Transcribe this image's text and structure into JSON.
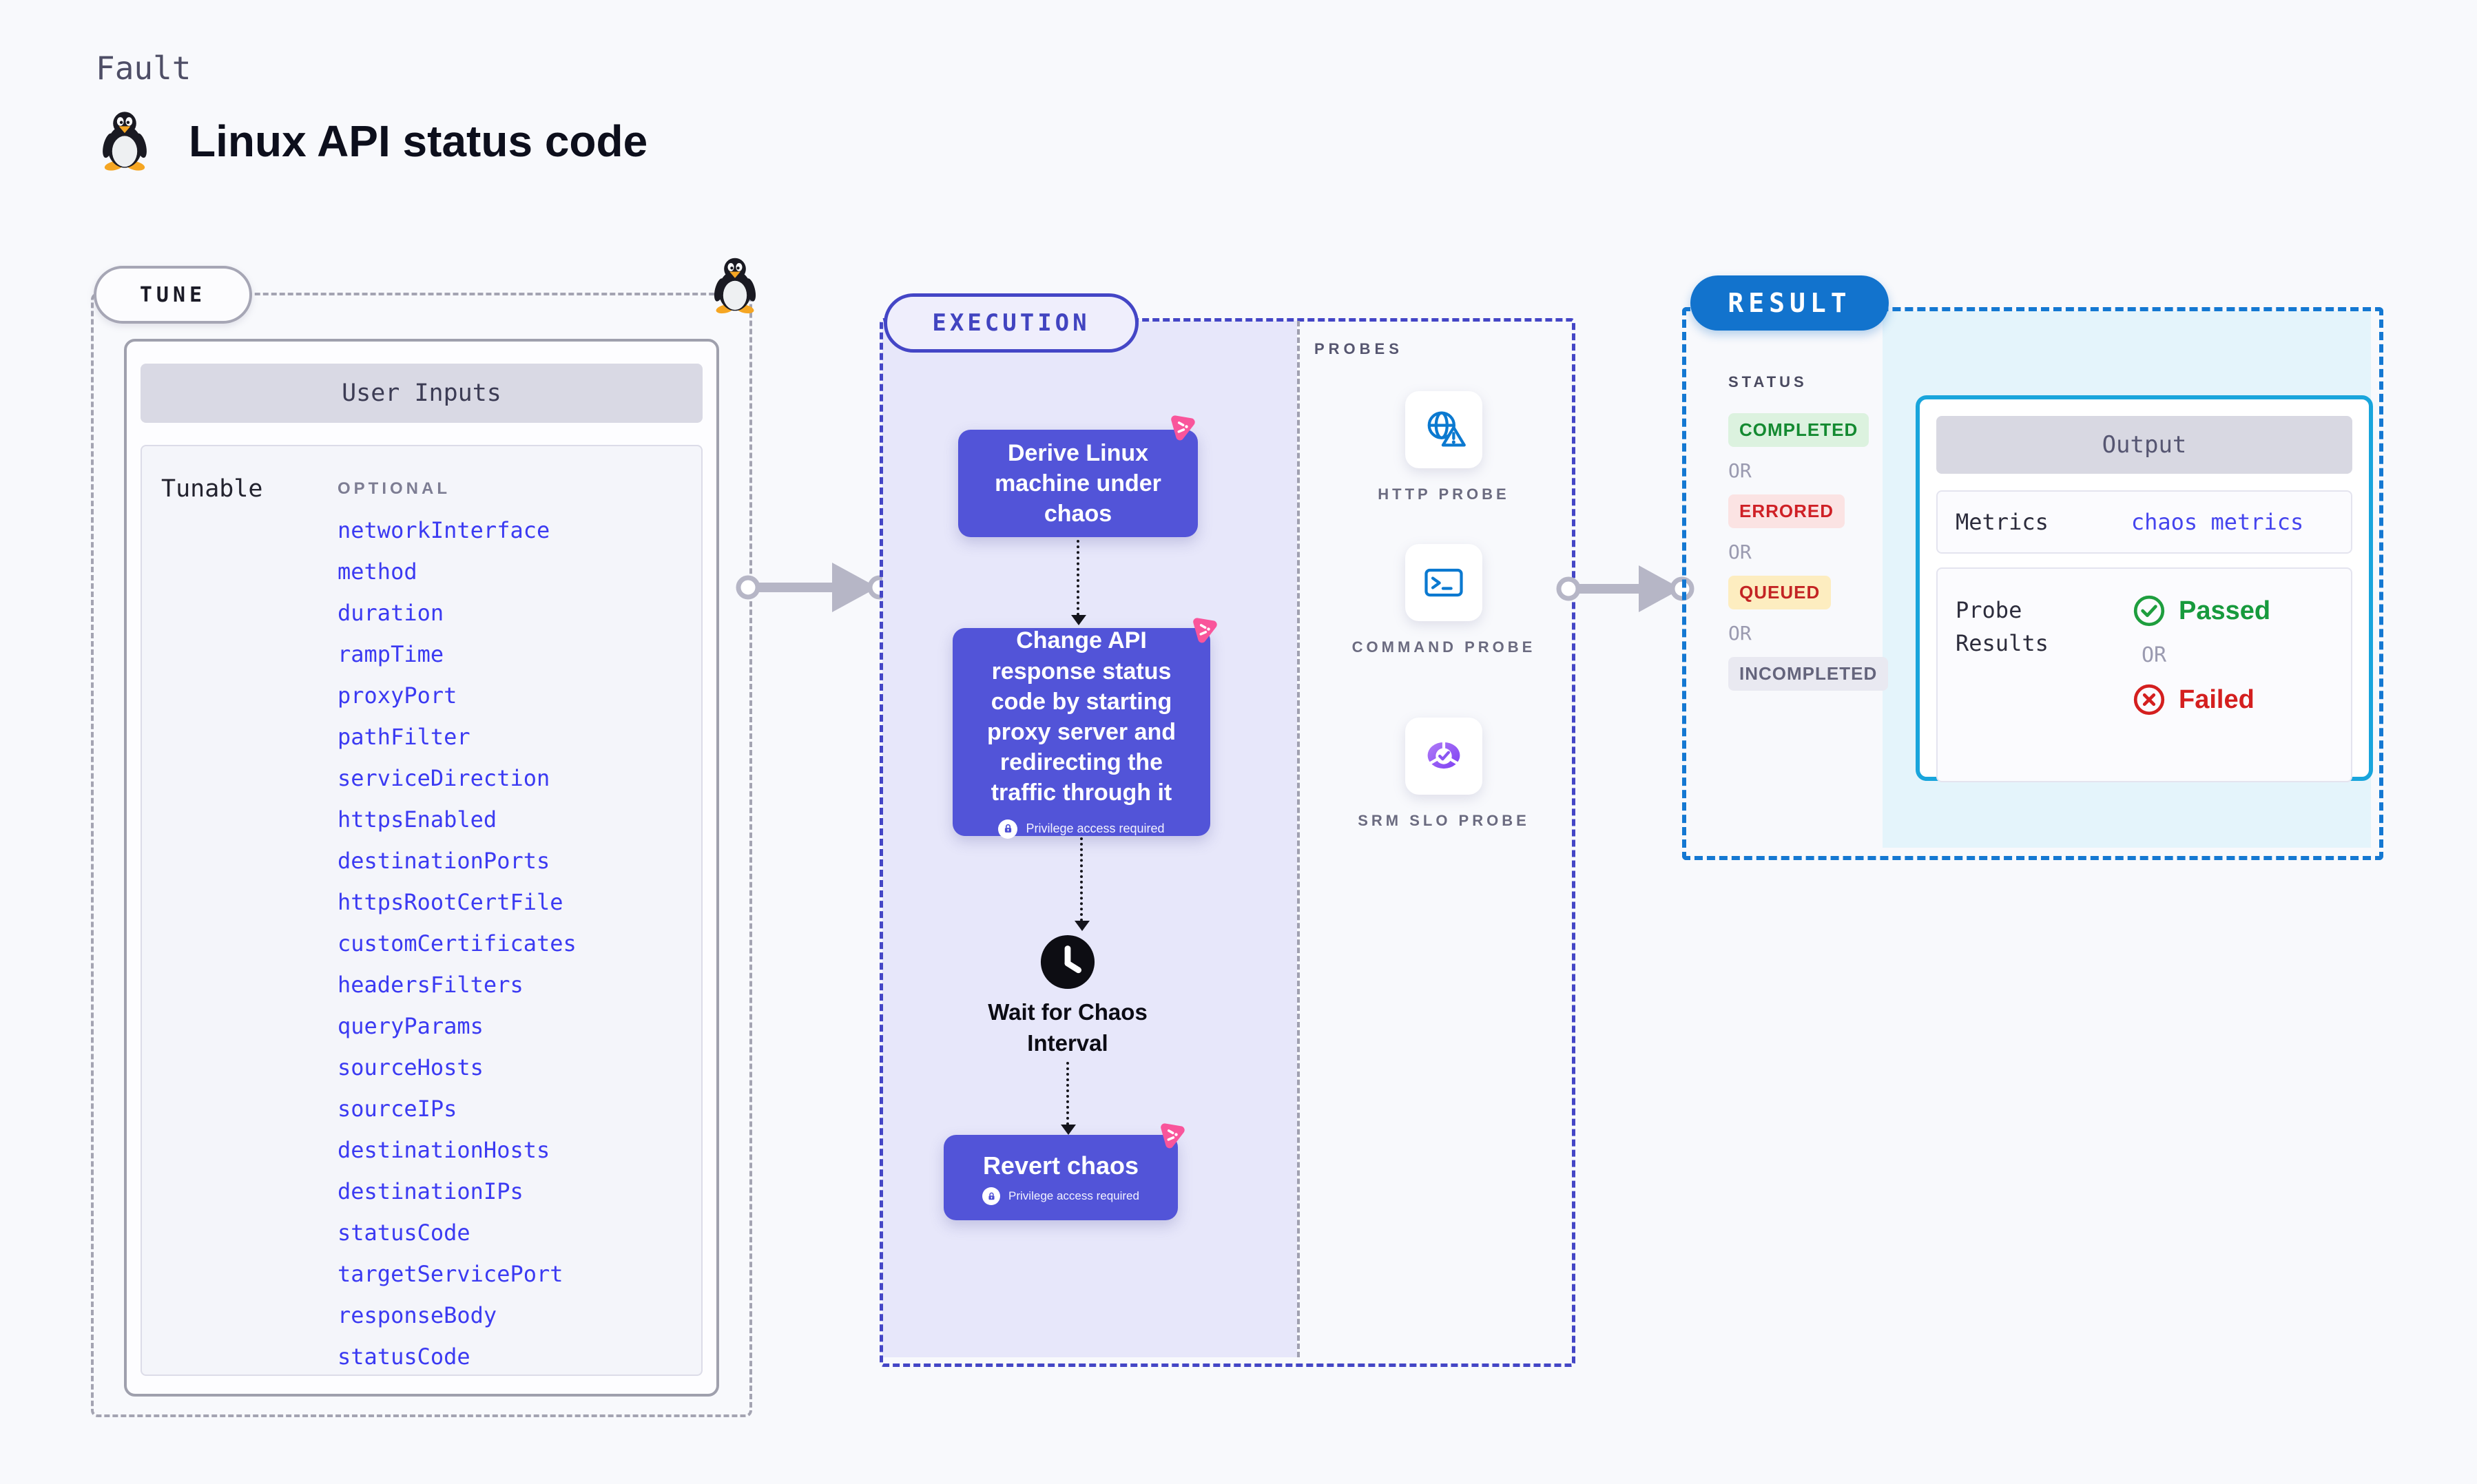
{
  "page": {
    "kicker": "Fault",
    "title": "Linux API status code"
  },
  "tune": {
    "label": "TUNE",
    "card_title": "User Inputs",
    "row_label": "Tunable",
    "column_label": "OPTIONAL",
    "tunables": [
      "networkInterface",
      "method",
      "duration",
      "rampTime",
      "proxyPort",
      "pathFilter",
      "serviceDirection",
      "httpsEnabled",
      "destinationPorts",
      "httpsRootCertFile",
      "customCertificates",
      "headersFilters",
      "queryParams",
      "sourceHosts",
      "sourceIPs",
      "destinationHosts",
      "destinationIPs",
      "statusCode",
      "targetServicePort",
      "responseBody",
      "statusCode"
    ]
  },
  "execution": {
    "label": "EXECUTION",
    "node_derive": "Derive Linux machine under chaos",
    "node_change": "Change API response status code by starting proxy server and redirecting the traffic through it",
    "privilege_label": "Privilege access required",
    "wait_label": "Wait for Chaos Interval",
    "node_revert": "Revert chaos"
  },
  "probes": {
    "label": "PROBES",
    "items": [
      {
        "label": "HTTP PROBE",
        "icon": "globe-alert-icon"
      },
      {
        "label": "COMMAND PROBE",
        "icon": "terminal-icon"
      },
      {
        "label": "SRM SLO PROBE",
        "icon": "slo-donut-check-icon"
      }
    ]
  },
  "result": {
    "label": "RESULT",
    "status_label": "STATUS",
    "or_label": "OR",
    "statuses": [
      {
        "label": "COMPLETED",
        "bg": "#dcf2df",
        "fg": "#148a31"
      },
      {
        "label": "ERRORED",
        "bg": "#fbe3e3",
        "fg": "#cf2026"
      },
      {
        "label": "QUEUED",
        "bg": "#fdedc0",
        "fg": "#c32424"
      },
      {
        "label": "INCOMPLETED",
        "bg": "#e9e9f1",
        "fg": "#64647c"
      }
    ],
    "output": {
      "title": "Output",
      "metrics_label": "Metrics",
      "metrics_value": "chaos metrics",
      "probe_results_label": "Probe Results",
      "passed_label": "Passed",
      "failed_label": "Failed"
    }
  },
  "colors": {
    "node_fill": "#5254d8",
    "accent_indigo": "#4446c6",
    "link_blue": "#3b3af2",
    "result_blue": "#1273cd",
    "output_border": "#19a5dc",
    "chaos_pink": "#f9559b",
    "passed_green": "#179a3d",
    "failed_red": "#d41f1f"
  }
}
